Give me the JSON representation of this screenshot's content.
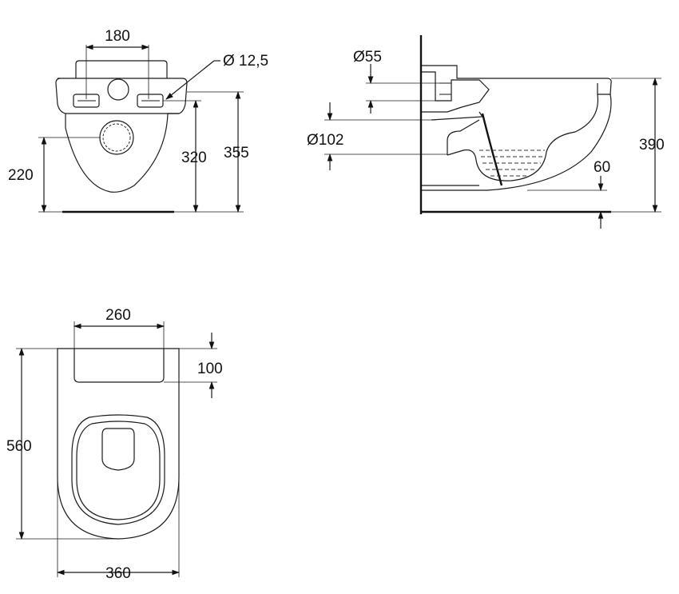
{
  "views": {
    "front": {
      "dims": {
        "fixing_spacing": "180",
        "fixing_hole": "Ø 12,5",
        "outlet_height": "220",
        "fixing_height": "320",
        "total_front_height": "355"
      }
    },
    "side": {
      "dims": {
        "inlet": "Ø55",
        "outlet": "Ø102",
        "total_height": "390",
        "base_offset": "60"
      }
    },
    "top": {
      "dims": {
        "rear_width": "260",
        "rear_depth": "100",
        "total_length": "560",
        "total_width": "360"
      }
    }
  }
}
